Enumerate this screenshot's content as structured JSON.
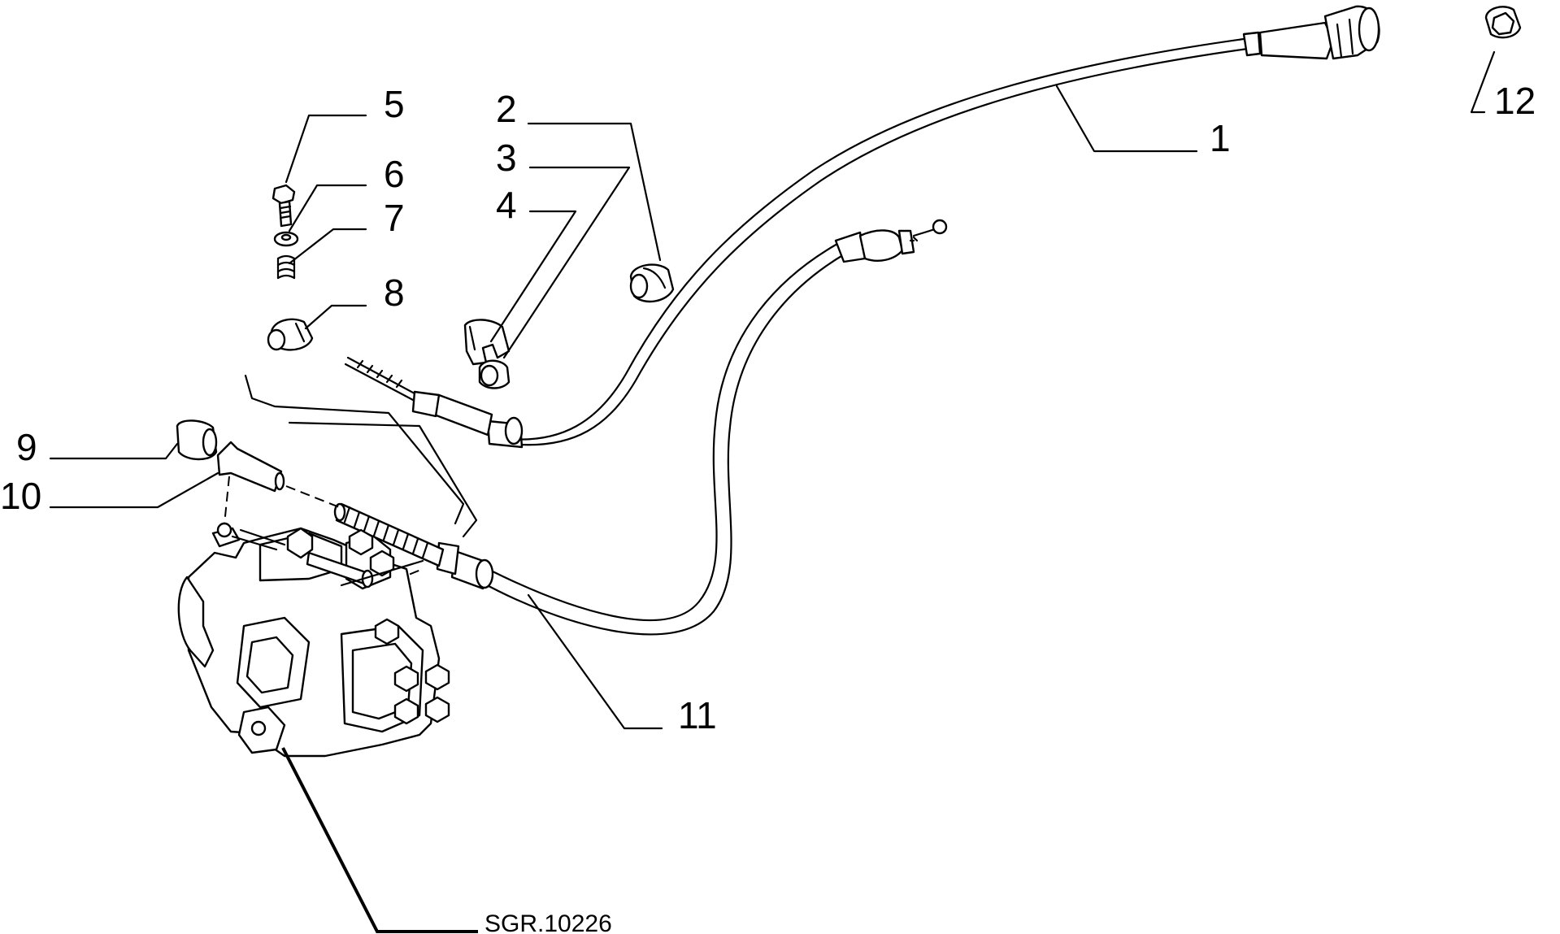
{
  "callouts": {
    "c1": "1",
    "c2": "2",
    "c3": "3",
    "c4": "4",
    "c5": "5",
    "c6": "6",
    "c7": "7",
    "c8": "8",
    "c9": "9",
    "c10": "10",
    "c11": "11",
    "c12": "12"
  },
  "reference": "SGR.10226"
}
